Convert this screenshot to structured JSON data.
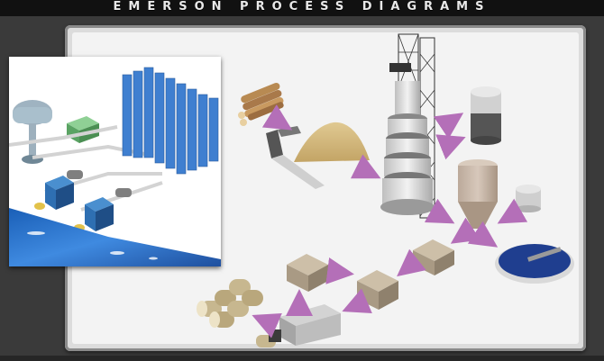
{
  "header": {
    "title": "EMERSON PROCESS DIAGRAMS"
  },
  "colors": {
    "background": "#3a3a3a",
    "title_text": "#e9e9e9",
    "arrow": "#b46fb8",
    "inset_racks": "#3f7fd0",
    "water": "#2a6fbf"
  },
  "diagram": {
    "nodes": [
      {
        "id": "logs"
      },
      {
        "id": "feeder"
      },
      {
        "id": "sand-pile"
      },
      {
        "id": "kiln-tower"
      },
      {
        "id": "silo-top-right"
      },
      {
        "id": "silo-main"
      },
      {
        "id": "tank-small"
      },
      {
        "id": "clarifier"
      },
      {
        "id": "box-right"
      },
      {
        "id": "box-middle"
      },
      {
        "id": "box-left"
      },
      {
        "id": "rolls"
      },
      {
        "id": "press-machine"
      }
    ],
    "inset": {
      "items": [
        {
          "id": "water-tower"
        },
        {
          "id": "green-unit"
        },
        {
          "id": "blue-racks"
        },
        {
          "id": "pumps"
        },
        {
          "id": "water-pool"
        }
      ]
    }
  }
}
